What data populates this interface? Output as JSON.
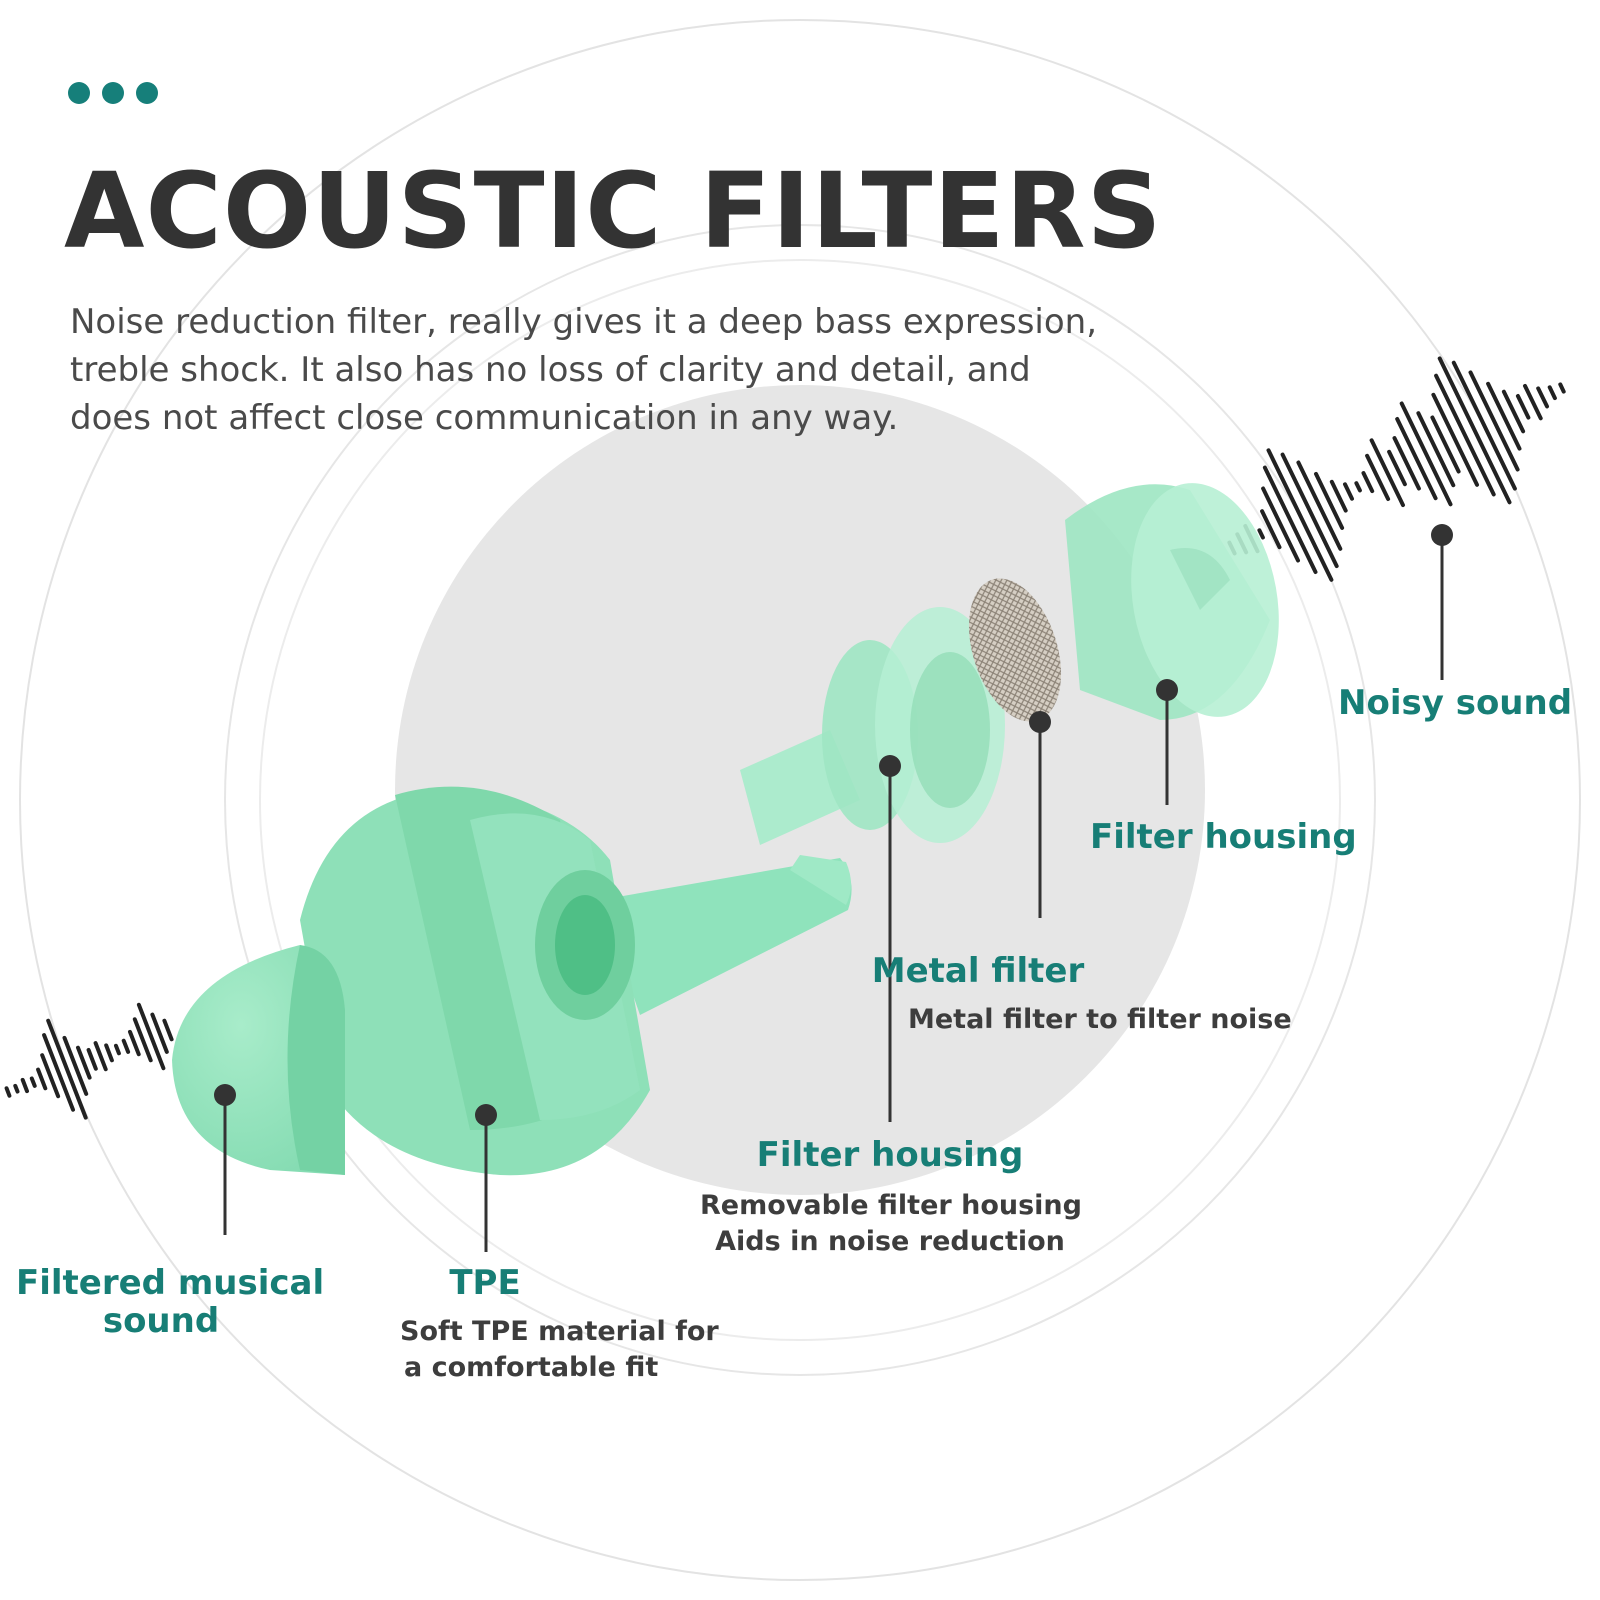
{
  "header": {
    "title": "ACOUSTIC FILTERS",
    "description_lines": [
      "Noise reduction filter, really gives it a deep bass expression,",
      "treble shock. It also has no loss of clarity and detail, and",
      "does not affect close communication in any way."
    ]
  },
  "labels": {
    "noisy_sound": {
      "name": "Noisy sound"
    },
    "filter_housing_outer": {
      "name": "Filter housing"
    },
    "metal_filter": {
      "name": "Metal filter",
      "sub": [
        "Metal filter to filter noise"
      ]
    },
    "filter_housing_removable": {
      "name": "Filter housing",
      "sub": [
        "Removable filter housing",
        "Aids in noise reduction"
      ]
    },
    "tpe": {
      "name": "TPE",
      "sub": [
        "Soft TPE material for",
        "a comfortable fit"
      ]
    },
    "filtered_sound": {
      "name_lines": [
        "Filtered musical",
        "sound"
      ]
    }
  },
  "colors": {
    "accent": "#167f7a",
    "title": "#333333",
    "body_text": "#4a4a4a",
    "earplug_green": "#8fe3bc",
    "earplug_green_dark": "#5fcf9a",
    "center_circle": "#e6e6e6",
    "leader_line": "#333333"
  }
}
